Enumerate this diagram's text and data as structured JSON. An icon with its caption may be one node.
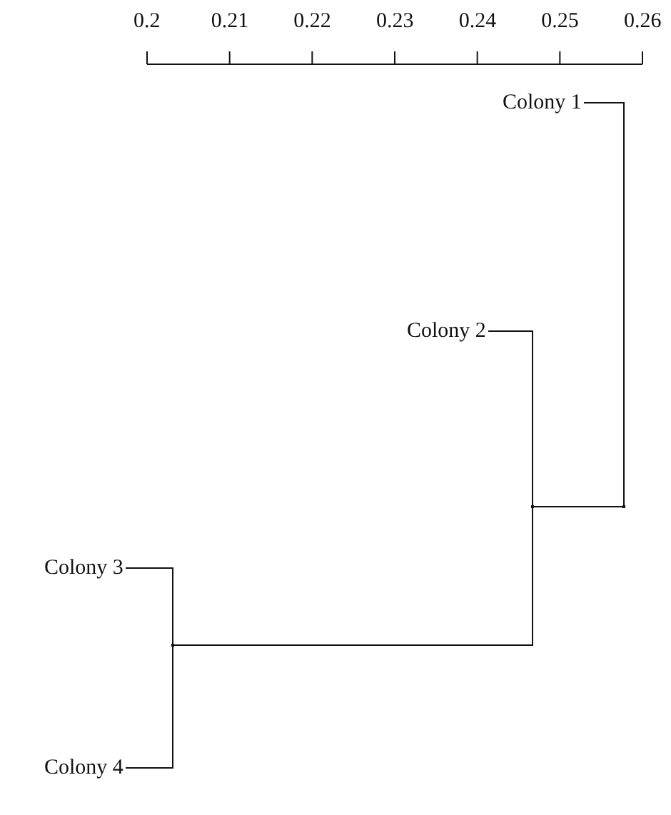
{
  "diagram": {
    "nodes": [
      {
        "text": [
          "Colony 1"
        ]
      },
      {
        "text": [
          "Colony 2"
        ]
      },
      {
        "text": [
          "Colony 3"
        ]
      },
      {
        "text": [
          "Colony 4"
        ]
      },
      {
        "text": [],
        "shape": "point"
      },
      {
        "text": [],
        "shape": "point"
      },
      {
        "text": [],
        "shape": "point"
      }
    ],
    "edges": [
      {
        "from": 2,
        "to": 4,
        "arrow": "none"
      },
      {
        "from": 3,
        "to": 4,
        "arrow": "none"
      },
      {
        "from": 4,
        "to": 5,
        "arrow": "none"
      },
      {
        "from": 1,
        "to": 5,
        "arrow": "none"
      },
      {
        "from": 5,
        "to": 6,
        "arrow": "none"
      },
      {
        "from": 0,
        "to": 6,
        "arrow": "none"
      }
    ],
    "labels": [
      "0.2",
      "0.21",
      "0.22",
      "0.23",
      "0.24",
      "0.25",
      "0.26"
    ]
  }
}
